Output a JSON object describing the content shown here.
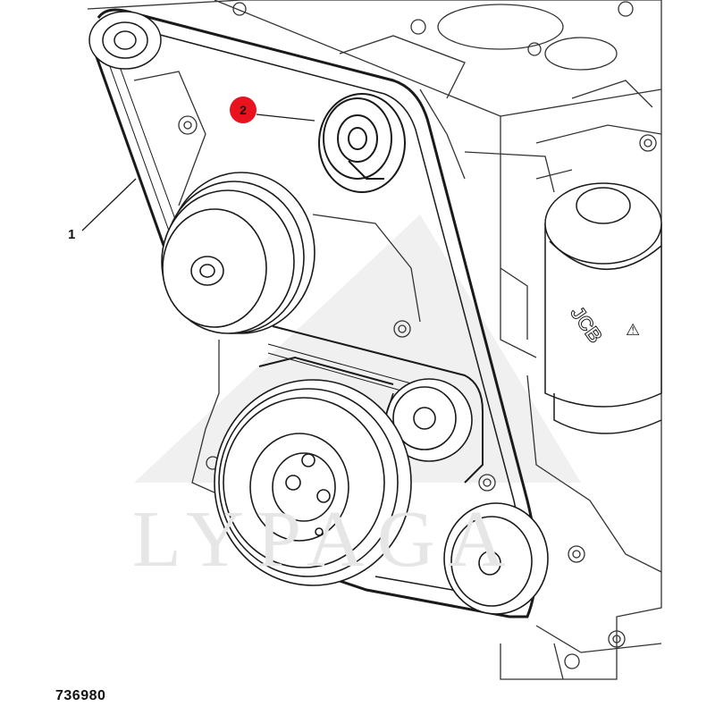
{
  "figure": {
    "id_label": "736980"
  },
  "callouts": [
    {
      "number": "1"
    },
    {
      "number": "2"
    }
  ],
  "watermark": {
    "text": "LYPAGA"
  },
  "colors": {
    "line": "#1a1a1a",
    "highlight": "#e8131f",
    "watermark": "#e6e6e6",
    "background": "#ffffff"
  }
}
